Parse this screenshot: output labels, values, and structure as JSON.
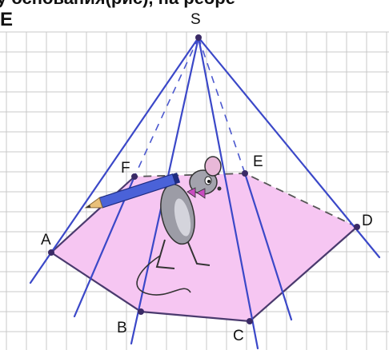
{
  "header": {
    "clipped_text": "у основания(рис), на ребре",
    "corner_mark": "E"
  },
  "diagram": {
    "apex_label": "S",
    "base_vertex_labels": [
      "A",
      "B",
      "C",
      "D",
      "E",
      "F"
    ],
    "colors": {
      "base_fill": "#f6c6f2",
      "edge": "#3b48c8",
      "grid": "#c9c9c9"
    },
    "illustration": "cartoon mouse holding a blue pencil"
  }
}
